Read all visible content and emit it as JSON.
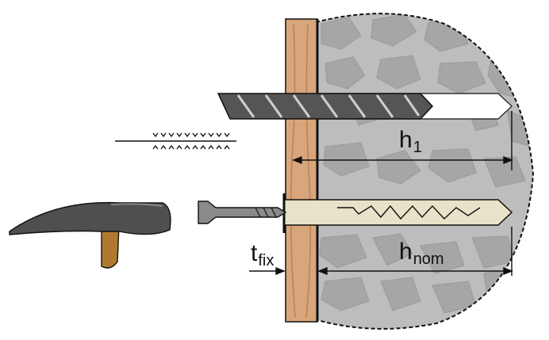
{
  "labels": {
    "h1": {
      "main": "h",
      "sub": "1"
    },
    "hnom": {
      "main": "h",
      "sub": "nom"
    },
    "tfix": {
      "main": "t",
      "sub": "fix"
    }
  },
  "colors": {
    "stone_bg": "#bdbdbd",
    "stone": "#a6a6a6",
    "wood": "#d9a57a",
    "wood_grain": "#b9825a",
    "drill": "#555555",
    "dowel": "#e8e2c8",
    "hammer_head": "#4f4f4f",
    "hammer_handle": "#b07a2e",
    "line": "#111111"
  },
  "icons": [
    "hammer-icon",
    "drill-bit-icon",
    "vibration-icon",
    "dowel-icon",
    "screw-icon"
  ]
}
